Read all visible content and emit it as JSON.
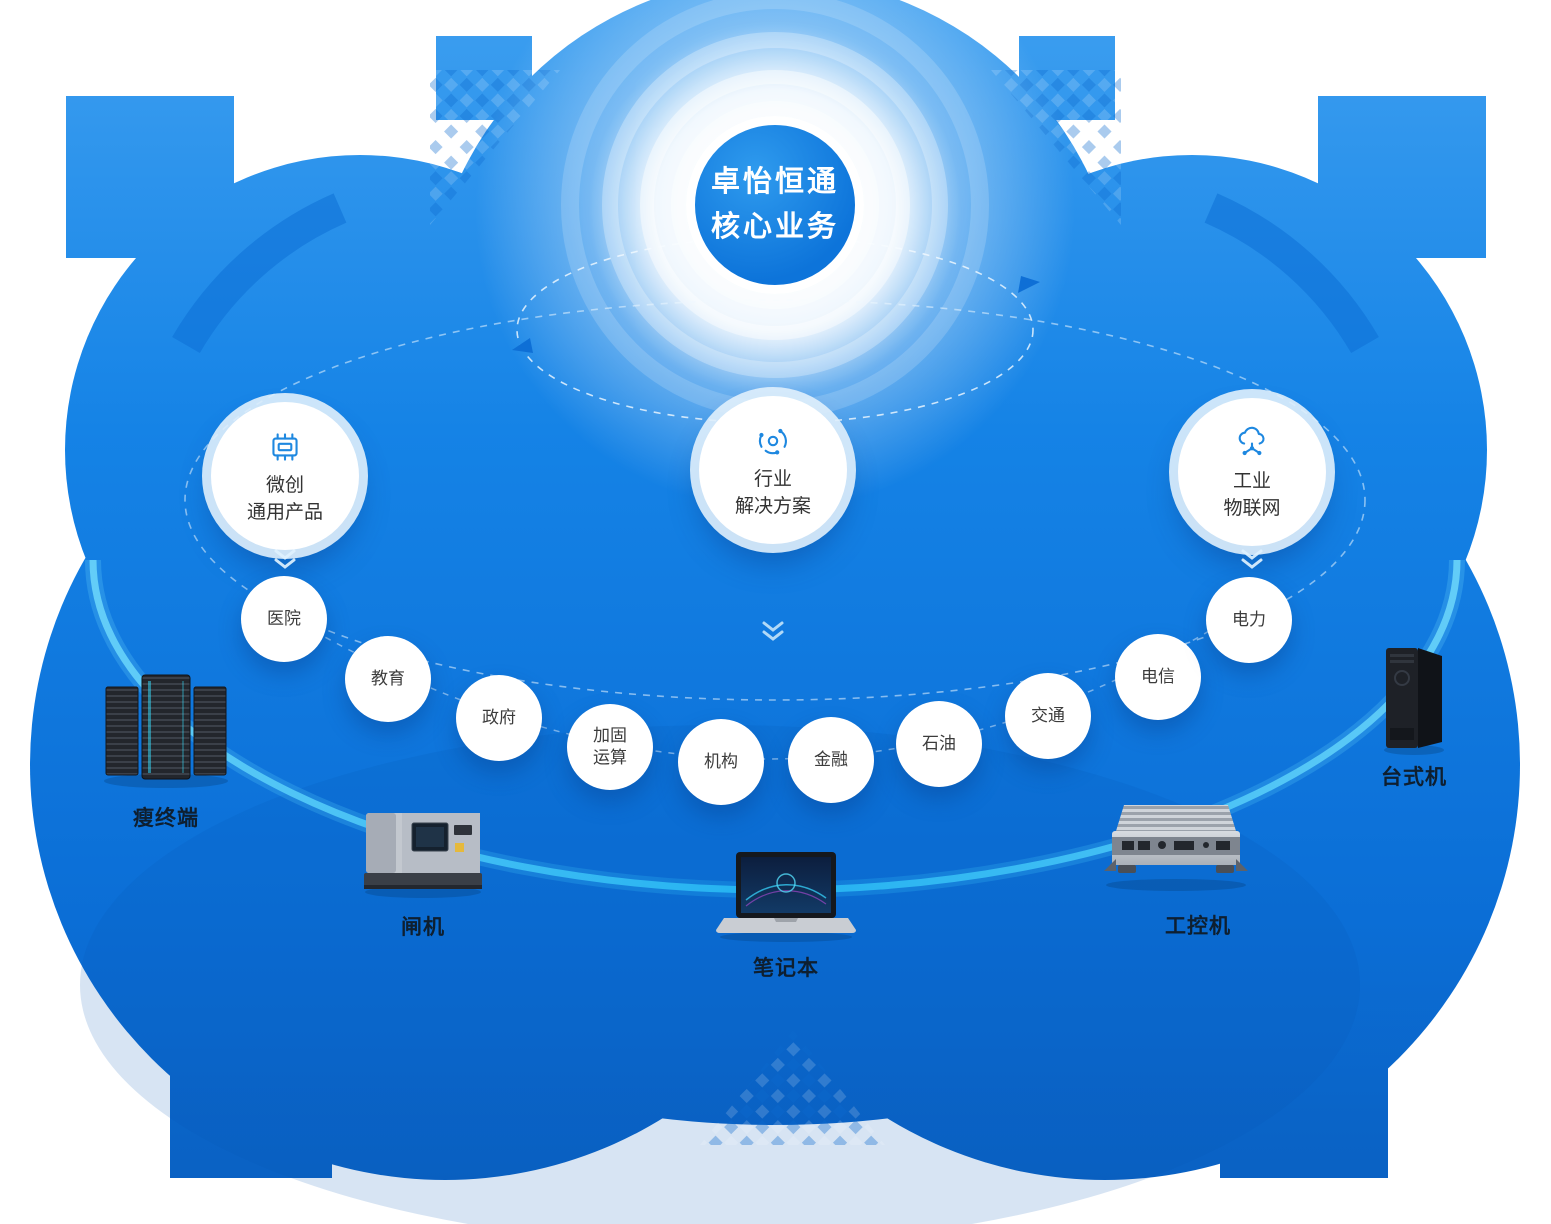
{
  "colors": {
    "cloud_top": "#3d9ff0",
    "cloud_bottom": "#0a5fc0",
    "badge_blue": "#0d74da",
    "arc_cyan": "#23b4f2",
    "category_icon_blue": "#1e88e0",
    "text_dark": "#333333",
    "device_label_dark": "#0e1f30"
  },
  "badge": {
    "title": "卓怡恒通\n核心业务"
  },
  "categories": [
    {
      "label": "微创\n通用产品",
      "icon": "chip-icon"
    },
    {
      "label": "行业\n解决方案",
      "icon": "solution-hub-icon"
    },
    {
      "label": "工业\n物联网",
      "icon": "iot-cloud-icon"
    }
  ],
  "industries": [
    {
      "label": "医院"
    },
    {
      "label": "教育"
    },
    {
      "label": "政府"
    },
    {
      "label": "加固\n运算"
    },
    {
      "label": "机构"
    },
    {
      "label": "金融"
    },
    {
      "label": "石油"
    },
    {
      "label": "交通"
    },
    {
      "label": "电信"
    },
    {
      "label": "电力"
    }
  ],
  "devices": [
    {
      "label": "瘦终端",
      "icon": "server-rack-icon"
    },
    {
      "label": "闸机",
      "icon": "gate-machine-icon"
    },
    {
      "label": "笔记本",
      "icon": "laptop-icon"
    },
    {
      "label": "工控机",
      "icon": "industrial-pc-icon"
    },
    {
      "label": "台式机",
      "icon": "desktop-tower-icon"
    }
  ]
}
